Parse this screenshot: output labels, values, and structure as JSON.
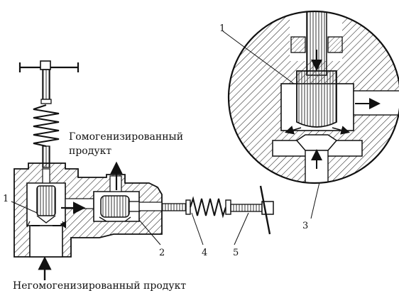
{
  "labels": {
    "homogenized_line1": "Гомогенизированный",
    "homogenized_line2": "продукт",
    "nonhomogenized": "Негомогенизированный продукт",
    "callouts": {
      "detail_1": "1",
      "main_1": "1",
      "part_2": "2",
      "part_3": "3",
      "part_4": "4",
      "part_5": "5"
    }
  },
  "colors": {
    "ink": "#111111",
    "hatch": "#222222",
    "background": "#ffffff"
  }
}
